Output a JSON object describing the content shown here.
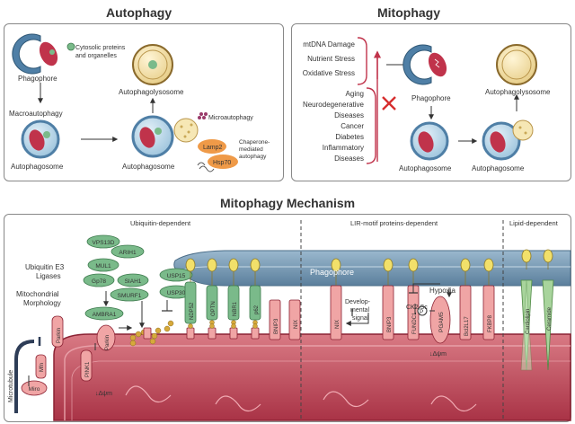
{
  "titles": {
    "autophagy": "Autophagy",
    "mitophagy": "Mitophagy",
    "mechanism": "Mitophagy Mechanism"
  },
  "autophagy_panel": {
    "cytosolic_line1": "Cytosolic proteins",
    "cytosolic_line2": "and organelles",
    "phagophore": "Phagophore",
    "macroautophagy": "Macroautophagy",
    "autophagosome_left": "Autophagosome",
    "autophagosome_mid": "Autophagosome",
    "autophagolysosome": "Autophagolysosome",
    "microautophagy": "Microautophagy",
    "lamp2": "Lamp2",
    "hsp70": "Hsp70",
    "cma_line1": "Chaperone-",
    "cma_line2": "mediated",
    "cma_line3": "autophagy"
  },
  "mitophagy_panel": {
    "stress": [
      "mtDNA Damage",
      "Nutrient Stress",
      "Oxidative Stress"
    ],
    "conditions": [
      "Aging",
      "Neurodegenerative",
      "Diseases",
      "Cancer",
      "Diabetes",
      "Inflammatory",
      "Diseases"
    ],
    "phagophore": "Phagophore",
    "autophagolysosome": "Autophagolysosome",
    "autophagosome_left": "Autophagosome",
    "autophagosome_right": "Autophagosome"
  },
  "mechanism": {
    "sections": {
      "ubiquitin": "Ubiquitin-dependent",
      "lir": "LIR-motif proteins-dependent",
      "lipid": "Lipid-dependent"
    },
    "phagophore": "Phagophore",
    "e3_label": [
      "Ubiquitin E3",
      "Ligases"
    ],
    "morph_label": [
      "Mitochondrial",
      "Morphology"
    ],
    "microtubule": "Microtubule",
    "e3_ligases": [
      "VPS13D",
      "ARIH1",
      "MUL1",
      "Gp78",
      "SIAH1",
      "SMURF1",
      "AMBRA1"
    ],
    "dubs": [
      "USP15",
      "USP30"
    ],
    "miro": "Miro",
    "mfn": "Mfn",
    "parkin_left": "Parkin",
    "pink1": "PINK1",
    "parkin_center": "Parkin",
    "dpsi_left": "↓Δψm",
    "adaptors": [
      "NDP52",
      "OPTN",
      "NBR1",
      "p62"
    ],
    "receptors_mid": [
      "BNIP3",
      "NIX"
    ],
    "developmental": [
      "Develop-",
      "mental",
      "signal"
    ],
    "lir_receptors": [
      "NIX",
      "BNIP3",
      "FUNDC1"
    ],
    "hypoxia": "Hypoxia",
    "ck2": "CK2,Sc",
    "phospho": "P",
    "pgam5": "PGAM5",
    "dpsi_right": "↓Δψm",
    "lir_receptors_right": [
      "Bcl2L17",
      "FKBP8"
    ],
    "lipids": [
      "Cardiolipin",
      "Ceramide"
    ]
  },
  "colors": {
    "mito_red": "#c0334b",
    "phagophore_blue": "#4f7fa6",
    "lysosome_tan": "#e6cc85",
    "protein_green": "#7aba8a",
    "tag_pink": "#f0a5a5",
    "lc3_yellow": "#f2e06a",
    "ubiquitin_gold": "#d6a93b",
    "lamp_orange": "#ef9a48"
  }
}
